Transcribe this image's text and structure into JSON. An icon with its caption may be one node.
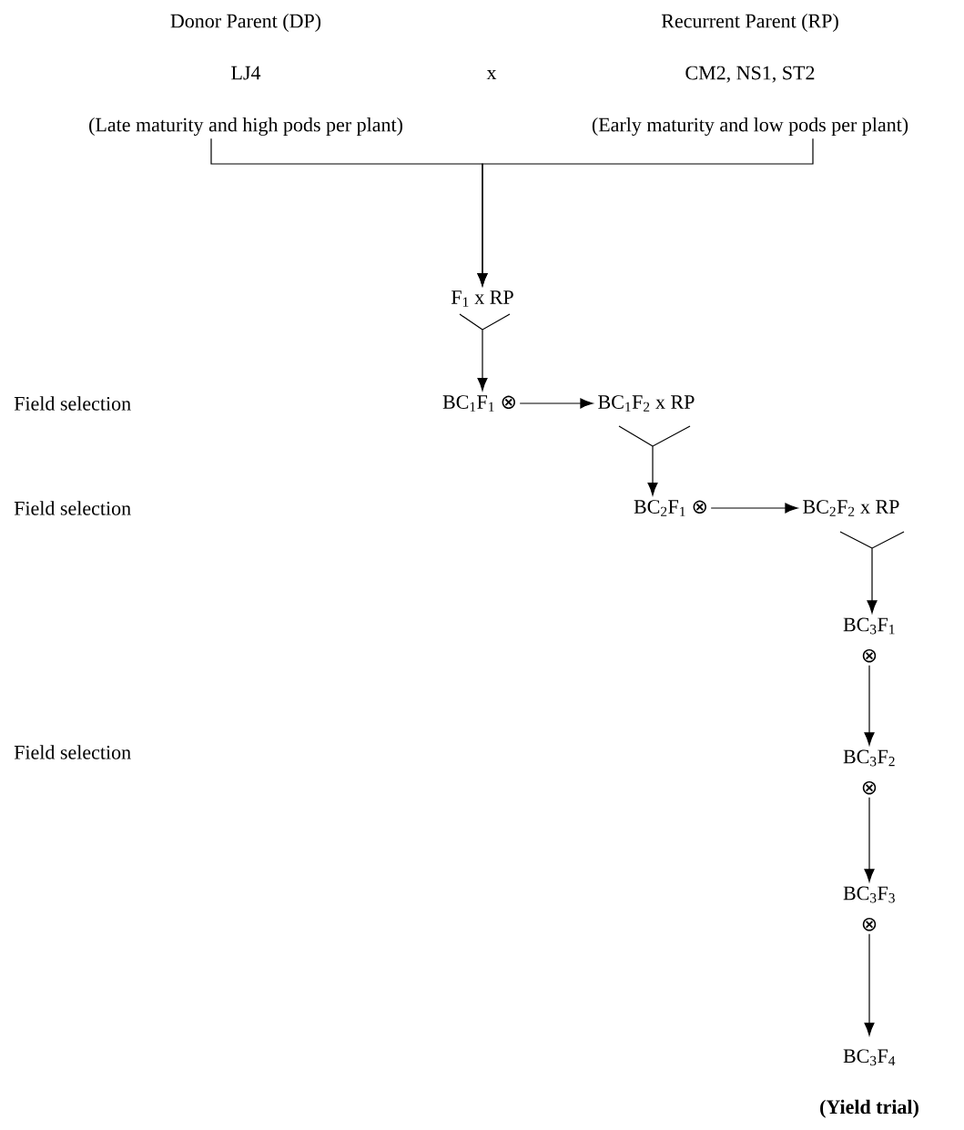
{
  "diagram": {
    "nodes": [
      {
        "text": [
          "Donor Parent (DP)",
          "LJ4",
          "(Late maturity and high pods per plant)"
        ]
      },
      {
        "text": [
          "Recurrent Parent (RP)",
          "CM2, NS1, ST2",
          "(Early maturity and low pods per plant)"
        ]
      },
      {
        "text": [
          "F$_{1}$  x  RP"
        ]
      },
      {
        "text": [
          "BC$_{1}$F$_{1}$"
        ],
        "beside": [
          "⊗"
        ]
      },
      {
        "text": [
          "BC$_{1}$F$_{2}$  x RP"
        ]
      },
      {
        "text": [
          "BC$_{2}$F$_{1}$"
        ],
        "beside": [
          "⊗"
        ]
      },
      {
        "text": [
          "BC$_{2}$F$_{2}$ x  RP"
        ]
      },
      {
        "text": [
          "BC$_{3}$F$_{1}$"
        ],
        "beside": [
          "⊗"
        ]
      },
      {
        "text": [
          "BC$_{3}$F$_{2}$"
        ],
        "beside": [
          "⊗"
        ]
      },
      {
        "text": [
          "BC$_{3}$F$_{3}$"
        ],
        "beside": [
          "⊗"
        ]
      },
      {
        "text": [
          "BC$_{3}$F$_{4}$"
        ],
        "beside": [
          "(Yield trial)"
        ]
      }
    ],
    "edges": [
      {
        "from": 0,
        "to": 2,
        "arrow": "to"
      },
      {
        "from": 1,
        "to": 2,
        "arrow": "to"
      },
      {
        "from": 2,
        "to": 3,
        "arrow": "to"
      },
      {
        "from": 3,
        "to": 4,
        "arrow": "to"
      },
      {
        "from": 4,
        "to": 5,
        "arrow": "to"
      },
      {
        "from": 5,
        "to": 6,
        "arrow": "to"
      },
      {
        "from": 6,
        "to": 7,
        "arrow": "to"
      },
      {
        "from": 7,
        "to": 8,
        "arrow": "to"
      },
      {
        "from": 8,
        "to": 9,
        "arrow": "to"
      },
      {
        "from": 9,
        "to": 10,
        "arrow": "to"
      }
    ],
    "labels": [
      "x",
      "Field selection",
      "Field selection",
      "Field selection"
    ]
  }
}
